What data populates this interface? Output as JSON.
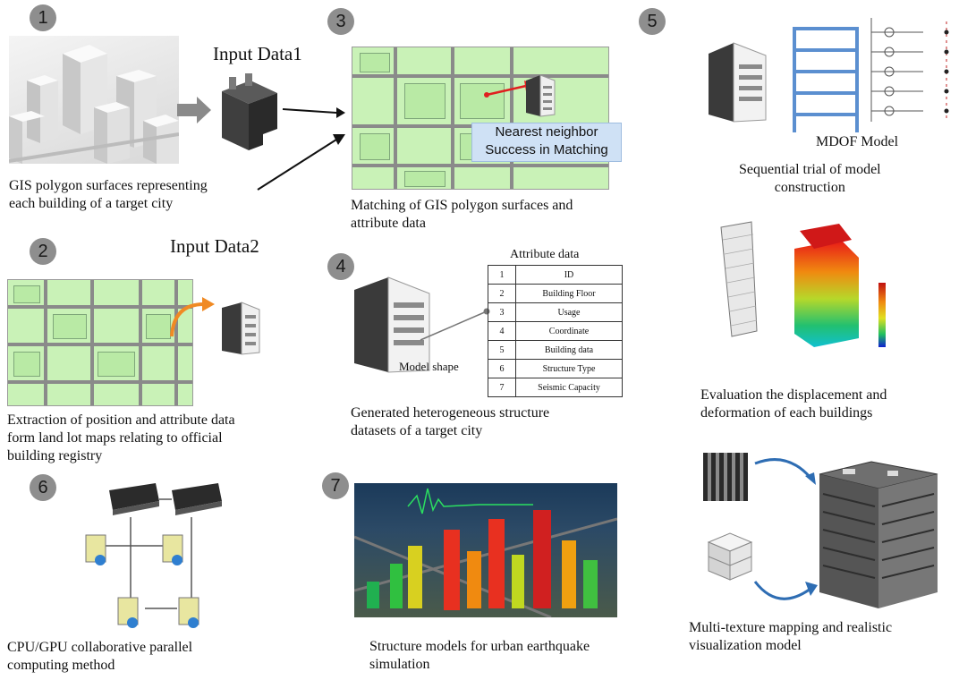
{
  "badges": [
    "1",
    "2",
    "3",
    "4",
    "5",
    "6",
    "7"
  ],
  "step1": {
    "title": "Input Data1",
    "caption_line1": "GIS polygon surfaces representing",
    "caption_line2": "each building of a target city"
  },
  "step2": {
    "title": "Input Data2",
    "caption_line1": "Extraction of position and attribute data",
    "caption_line2": "form land lot maps relating to official",
    "caption_line3": "building registry"
  },
  "step3": {
    "callout_line1": "Nearest neighbor",
    "callout_line2": "Success in Matching",
    "caption_line1": "Matching of GIS polygon surfaces and",
    "caption_line2": "attribute data"
  },
  "step4": {
    "table_title": "Attribute data",
    "rows": [
      {
        "num": "1",
        "label": "ID"
      },
      {
        "num": "2",
        "label": "Building Floor"
      },
      {
        "num": "3",
        "label": "Usage"
      },
      {
        "num": "4",
        "label": "Coordinate"
      },
      {
        "num": "5",
        "label": "Building data"
      },
      {
        "num": "6",
        "label": "Structure Type"
      },
      {
        "num": "7",
        "label": "Seismic Capacity"
      }
    ],
    "model_label": "Model shape",
    "caption_line1": "Generated heterogeneous structure",
    "caption_line2": "datasets of a target city"
  },
  "step5": {
    "mdof_label": "MDOF Model",
    "caption1_line1": "Sequential trial of model",
    "caption1_line2": "construction",
    "caption2_line1": "Evaluation the displacement and",
    "caption2_line2": "deformation of each buildings",
    "caption3_line1": "Multi-texture mapping and realistic",
    "caption3_line2": "visualization model"
  },
  "step6": {
    "caption_line1": "CPU/GPU collaborative parallel",
    "caption_line2": "computing method"
  },
  "step7": {
    "caption_line1": "Structure models for urban earthquake",
    "caption_line2": "simulation"
  },
  "colors": {
    "badge": "#8e8e8e",
    "map_green": "#c9f2b7",
    "road_gray": "#8a8a8a",
    "callout_blue": "#cfe1f5",
    "frame_blue": "#5b8fd0",
    "arrow_orange": "#f08a24",
    "arrow_blue": "#2e6db3"
  }
}
